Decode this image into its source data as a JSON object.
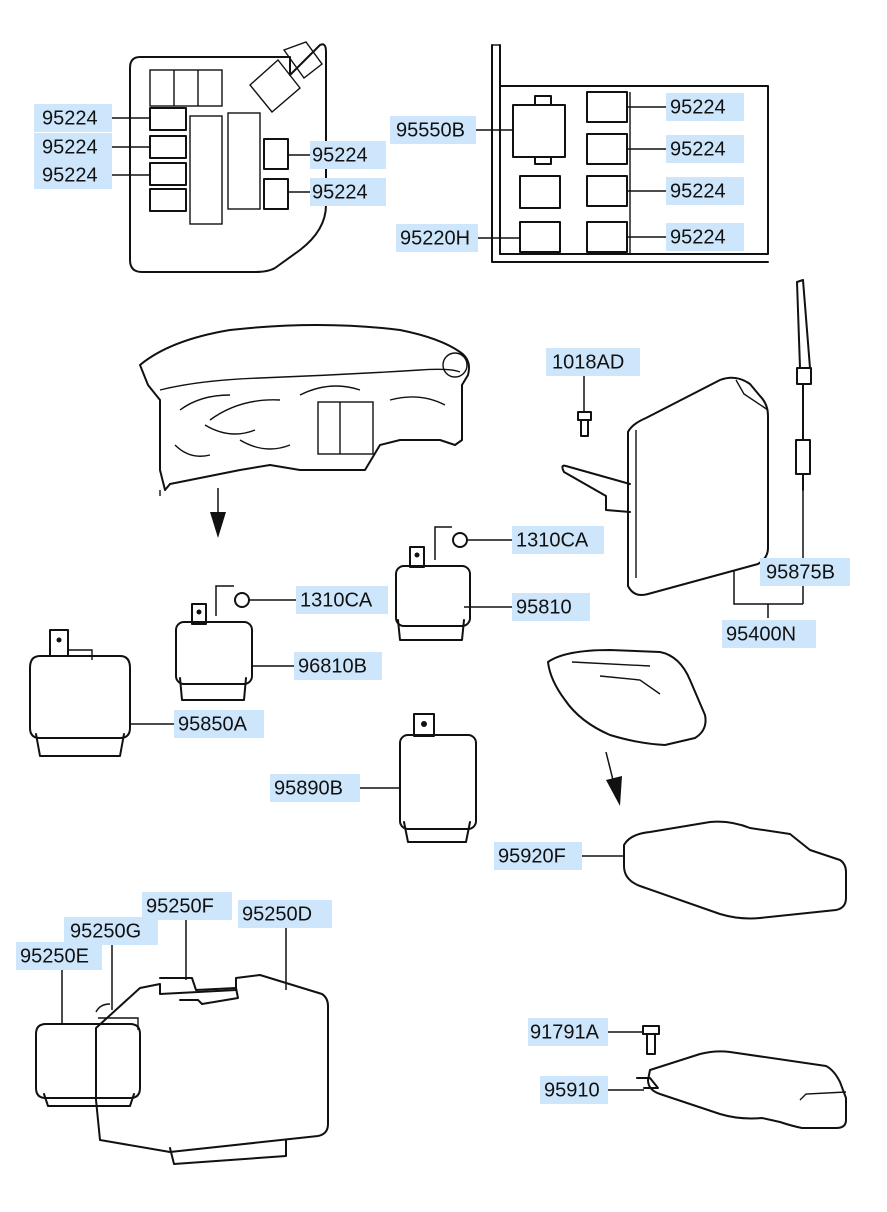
{
  "callouts": {
    "fuse_panel_left_1": "95224",
    "fuse_panel_left_2": "95224",
    "fuse_panel_left_3": "95224",
    "fuse_panel_left_4": "95224",
    "fuse_panel_left_5": "95224",
    "relay_box_95550b": "95550B",
    "relay_box_95220h": "95220H",
    "relay_box_r1": "95224",
    "relay_box_r2": "95224",
    "relay_box_r3": "95224",
    "relay_box_r4": "95224",
    "bolt_1018ad": "1018AD",
    "nut_1310ca_upper": "1310CA",
    "nut_1310ca_lower": "1310CA",
    "relay_95810": "95810",
    "module_95875b": "95875B",
    "module_95400n": "95400N",
    "relay_96810b": "96810B",
    "relay_95850a": "95850A",
    "relay_95890b": "95890B",
    "module_95920f": "95920F",
    "unit_95250f": "95250F",
    "unit_95250d": "95250D",
    "unit_95250g": "95250G",
    "unit_95250e": "95250E",
    "bolt_91791a": "91791A",
    "module_95910": "95910"
  }
}
